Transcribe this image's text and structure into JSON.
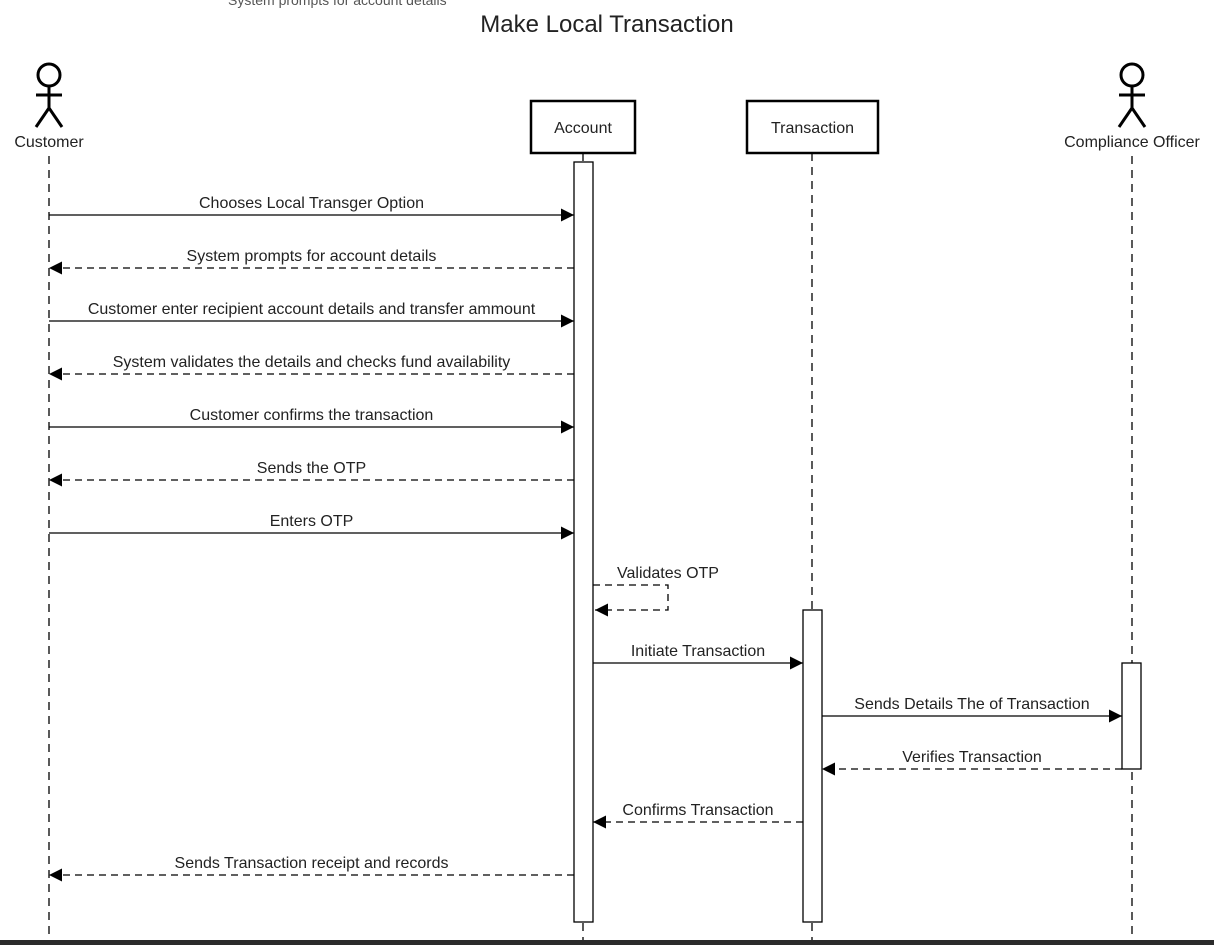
{
  "diagram": {
    "title": "Make Local Transaction",
    "partially_visible_text": "System prompts for account details",
    "participants": [
      {
        "id": "customer",
        "label": "Customer",
        "kind": "actor"
      },
      {
        "id": "account",
        "label": "Account",
        "kind": "object"
      },
      {
        "id": "transaction",
        "label": "Transaction",
        "kind": "object"
      },
      {
        "id": "compliance",
        "label": "Compliance Officer",
        "kind": "actor"
      }
    ],
    "messages": [
      {
        "from": "customer",
        "to": "account",
        "label": "Chooses Local Transger Option",
        "style": "sync"
      },
      {
        "from": "account",
        "to": "customer",
        "label": "System prompts for account details",
        "style": "reply"
      },
      {
        "from": "customer",
        "to": "account",
        "label": "Customer enter recipient account details and transfer ammount",
        "style": "sync"
      },
      {
        "from": "account",
        "to": "customer",
        "label": "System validates the details and checks fund availability",
        "style": "reply"
      },
      {
        "from": "customer",
        "to": "account",
        "label": "Customer confirms the transaction",
        "style": "sync"
      },
      {
        "from": "account",
        "to": "customer",
        "label": "Sends the OTP",
        "style": "reply"
      },
      {
        "from": "customer",
        "to": "account",
        "label": "Enters OTP",
        "style": "sync"
      },
      {
        "from": "account",
        "to": "account",
        "label": "Validates OTP",
        "style": "self"
      },
      {
        "from": "account",
        "to": "transaction",
        "label": "Initiate Transaction",
        "style": "sync"
      },
      {
        "from": "transaction",
        "to": "compliance",
        "label": "Sends Details The of Transaction",
        "style": "sync"
      },
      {
        "from": "compliance",
        "to": "transaction",
        "label": "Verifies Transaction",
        "style": "reply"
      },
      {
        "from": "transaction",
        "to": "account",
        "label": "Confirms Transaction",
        "style": "reply"
      },
      {
        "from": "account",
        "to": "customer",
        "label": "Sends Transaction receipt and records",
        "style": "reply"
      }
    ]
  }
}
